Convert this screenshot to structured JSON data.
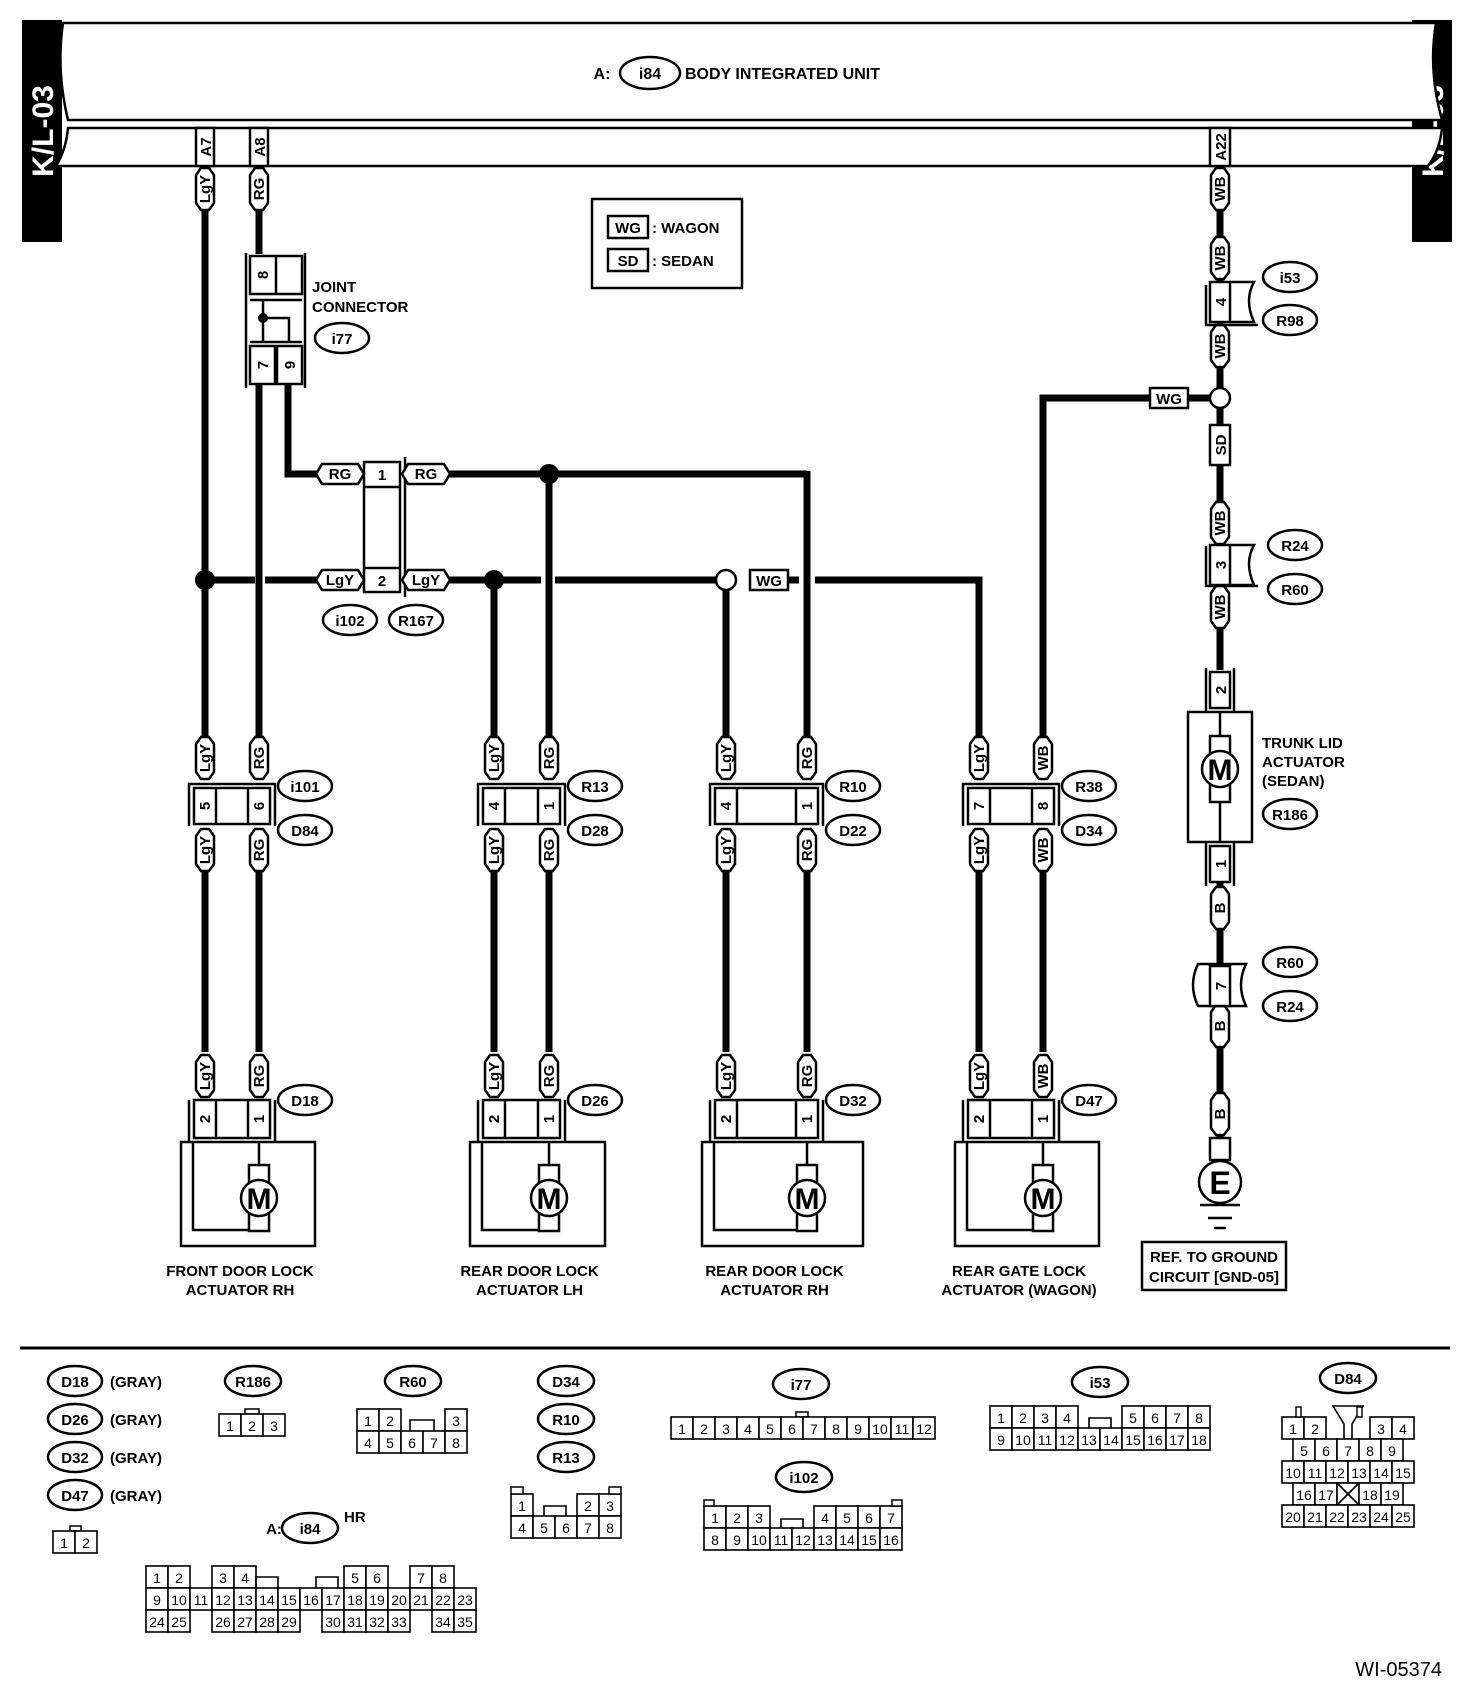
{
  "diagram": {
    "title": "BODY INTEGRATED UNIT",
    "unit_prefix": "A:",
    "unit_connector": "i84",
    "side_tabs": [
      "K/L-03",
      "K/L-03"
    ],
    "figure_id": "WI-05374",
    "legend": [
      {
        "code": "WG",
        "label": ": WAGON"
      },
      {
        "code": "SD",
        "label": ": SEDAN"
      }
    ],
    "unit_pins": [
      "A7",
      "A8",
      "A22"
    ],
    "joint_connector": {
      "label_line1": "JOINT",
      "label_line2": "CONNECTOR",
      "connector": "i77",
      "pins": [
        "8",
        "7",
        "9"
      ]
    },
    "i102_connector": {
      "pins": [
        "1",
        "2"
      ],
      "connectors": [
        "i102",
        "R167"
      ],
      "wires_left": [
        "RG",
        "LgY"
      ],
      "wires_right": [
        "RG",
        "LgY"
      ]
    },
    "wg_tag": "WG",
    "sd_tag": "SD",
    "inline_connectors": [
      {
        "pins": [
          "5",
          "6"
        ],
        "connectors": [
          "i101",
          "D84"
        ],
        "wires": [
          "LgY",
          "RG"
        ]
      },
      {
        "pins": [
          "4",
          "1"
        ],
        "connectors": [
          "R13",
          "D28"
        ],
        "wires": [
          "LgY",
          "RG"
        ]
      },
      {
        "pins": [
          "4",
          "1"
        ],
        "connectors": [
          "R10",
          "D22"
        ],
        "wires": [
          "LgY",
          "RG"
        ]
      },
      {
        "pins": [
          "7",
          "8"
        ],
        "connectors": [
          "R38",
          "D34"
        ],
        "wires": [
          "LgY",
          "WB"
        ]
      }
    ],
    "actuators": [
      {
        "connector": "D18",
        "pins": [
          "2",
          "1"
        ],
        "wires": [
          "LgY",
          "RG"
        ],
        "line1": "FRONT DOOR LOCK",
        "line2": "ACTUATOR RH"
      },
      {
        "connector": "D26",
        "pins": [
          "2",
          "1"
        ],
        "wires": [
          "LgY",
          "RG"
        ],
        "line1": "REAR DOOR LOCK",
        "line2": "ACTUATOR LH"
      },
      {
        "connector": "D32",
        "pins": [
          "2",
          "1"
        ],
        "wires": [
          "LgY",
          "RG"
        ],
        "line1": "REAR DOOR LOCK",
        "line2": "ACTUATOR RH"
      },
      {
        "connector": "D47",
        "pins": [
          "2",
          "1"
        ],
        "wires": [
          "LgY",
          "WB"
        ],
        "line1": "REAR GATE LOCK",
        "line2": "ACTUATOR (WAGON)"
      }
    ],
    "motor_symbol": "M",
    "right_branch": {
      "wire_a22": "WB",
      "c1": {
        "pin": "4",
        "wire_top": "WB",
        "wire_bottom": "WB",
        "connectors": [
          "i53",
          "R98"
        ]
      },
      "c2": {
        "pin": "3",
        "wire_top": "WB",
        "wire_bottom": "WB",
        "connectors": [
          "R24",
          "R60"
        ]
      },
      "trunk": {
        "pins": [
          "2",
          "1"
        ],
        "line1": "TRUNK LID",
        "line2": "ACTUATOR",
        "line3": "(SEDAN)",
        "connector": "R186"
      },
      "wire_b1": "B",
      "c3": {
        "pin": "7",
        "connectors": [
          "R60",
          "R24"
        ]
      },
      "wire_b2": "B",
      "wire_b3": "B",
      "ground_symbol": "E",
      "ground_ref_line1": "REF. TO GROUND",
      "ground_ref_line2": "CIRCUIT [GND-05]"
    }
  },
  "connector_views": {
    "gray_list": [
      {
        "code": "D18",
        "color": "(GRAY)"
      },
      {
        "code": "D26",
        "color": "(GRAY)"
      },
      {
        "code": "D32",
        "color": "(GRAY)"
      },
      {
        "code": "D47",
        "color": "(GRAY)"
      }
    ],
    "two_pin": [
      "1",
      "2"
    ],
    "r186": {
      "code": "R186",
      "pins": [
        "1",
        "2",
        "3"
      ]
    },
    "r60": {
      "code": "R60",
      "row1": [
        "1",
        "2",
        "3"
      ],
      "row2": [
        "4",
        "5",
        "6",
        "7",
        "8"
      ]
    },
    "d34_group": {
      "codes": [
        "D34",
        "R10",
        "R13"
      ],
      "row1": [
        "1",
        "2",
        "3"
      ],
      "row2": [
        "4",
        "5",
        "6",
        "7",
        "8"
      ]
    },
    "i77": {
      "code": "i77",
      "pins": [
        "1",
        "2",
        "3",
        "4",
        "5",
        "6",
        "7",
        "8",
        "9",
        "10",
        "11",
        "12"
      ]
    },
    "i102": {
      "code": "i102",
      "row1": [
        "1",
        "2",
        "3",
        "4",
        "5",
        "6",
        "7"
      ],
      "row2": [
        "8",
        "9",
        "10",
        "11",
        "12",
        "13",
        "14",
        "15",
        "16"
      ]
    },
    "i53": {
      "code": "i53",
      "row1": [
        "1",
        "2",
        "3",
        "4",
        "5",
        "6",
        "7",
        "8"
      ],
      "row2": [
        "9",
        "10",
        "11",
        "12",
        "13",
        "14",
        "15",
        "16",
        "17",
        "18"
      ]
    },
    "d84": {
      "code": "D84",
      "row1": [
        "1",
        "2",
        "3",
        "4"
      ],
      "row2": [
        "5",
        "6",
        "7",
        "8",
        "9"
      ],
      "row3": [
        "10",
        "11",
        "12",
        "13",
        "14",
        "15"
      ],
      "row4": [
        "16",
        "17",
        "18",
        "19"
      ],
      "row5": [
        "20",
        "21",
        "22",
        "23",
        "24",
        "25"
      ]
    },
    "i84": {
      "prefix": "A:",
      "code": "i84",
      "suffix": "HR",
      "row1": [
        "1",
        "2",
        "3",
        "4",
        "5",
        "6",
        "7",
        "8"
      ],
      "row2": [
        "9",
        "10",
        "11",
        "12",
        "13",
        "14",
        "15",
        "16",
        "17",
        "18",
        "19",
        "20",
        "21",
        "22",
        "23"
      ],
      "row3": [
        "24",
        "25",
        "26",
        "27",
        "28",
        "29",
        "30",
        "31",
        "32",
        "33",
        "34",
        "35"
      ]
    }
  }
}
